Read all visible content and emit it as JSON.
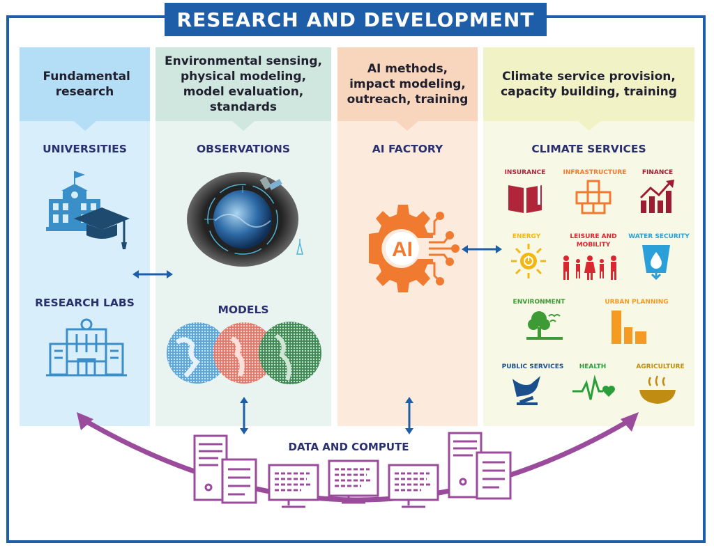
{
  "banner": {
    "title": "RESEARCH AND DEVELOPMENT"
  },
  "columns": {
    "universities": {
      "header": "Fundamental research",
      "title1": "UNIVERSITIES",
      "title2": "RESEARCH LABS",
      "header_color": "#b4def6",
      "body_color": "#d8eefb"
    },
    "observations": {
      "header": "Environmental sensing, physical modeling, model evaluation, standards",
      "title1": "OBSERVATIONS",
      "title2": "MODELS",
      "header_color": "#cfe7de",
      "body_color": "#e9f4f1"
    },
    "ai": {
      "header": "AI methods, impact modeling, outreach, training",
      "title1": "AI FACTORY",
      "header_color": "#f7d6bd",
      "body_color": "#fcebdd"
    },
    "climate": {
      "header": "Climate service provision, capacity building, training",
      "title1": "CLIMATE SERVICES",
      "header_color": "#f1f2c6",
      "body_color": "#f8f8e6"
    }
  },
  "ai_logo": {
    "text": "AI"
  },
  "services": [
    {
      "label": "INSURANCE",
      "color": "#b1253b",
      "icon": "book-icon"
    },
    {
      "label": "INFRASTRUCTURE",
      "color": "#f07a30",
      "icon": "cubes-icon"
    },
    {
      "label": "FINANCE",
      "color": "#9e1b34",
      "icon": "growth-chart-icon"
    },
    {
      "label": "ENERGY",
      "color": "#f2b713",
      "icon": "sun-power-icon"
    },
    {
      "label": "LEISURE AND MOBILITY",
      "color": "#d8272f",
      "icon": "people-icon"
    },
    {
      "label": "WATER SECURITY",
      "color": "#2a9fd8",
      "icon": "water-drop-icon"
    },
    {
      "label": "ENVIRONMENT",
      "color": "#3e9a35",
      "icon": "tree-icon"
    },
    {
      "label": "URBAN PLANNING",
      "color": "#f59b22",
      "icon": "buildings-icon"
    },
    {
      "label": "PUBLIC SERVICES",
      "color": "#1a4f8b",
      "icon": "dove-gavel-icon"
    },
    {
      "label": "HEALTH",
      "color": "#2a9e3b",
      "icon": "heartbeat-icon"
    },
    {
      "label": "AGRICULTURE",
      "color": "#c08c12",
      "icon": "bowl-icon"
    }
  ],
  "data_compute": {
    "label": "DATA AND COMPUTE"
  },
  "colors": {
    "frame": "#1e5ea8",
    "navy": "#2a2f6e",
    "arrow": "#1e5ea8",
    "purple": "#9b4b9b",
    "ai_orange": "#f07a30",
    "building_blue": "#3b8fc9"
  }
}
